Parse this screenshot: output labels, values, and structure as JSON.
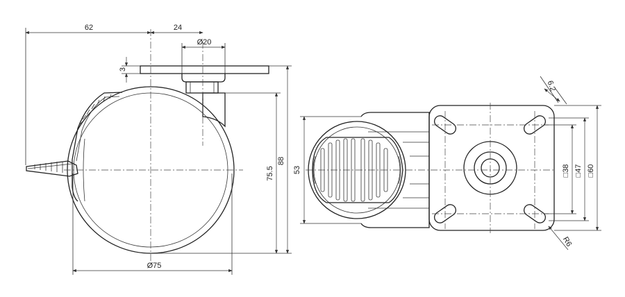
{
  "side_view": {
    "dims": {
      "offset": "62",
      "plate_half": "24",
      "stem_diameter": "Ø20",
      "plate_thickness": "3",
      "wheel_diameter": "Ø75",
      "axle_height": "75.5",
      "total_height": "88"
    }
  },
  "top_view": {
    "dims": {
      "width": "53",
      "hole_diameter": "6.2",
      "hole_spacing": "□38",
      "plate_inner": "□47",
      "plate_outer": "□60",
      "corner_radius": "R6"
    }
  }
}
